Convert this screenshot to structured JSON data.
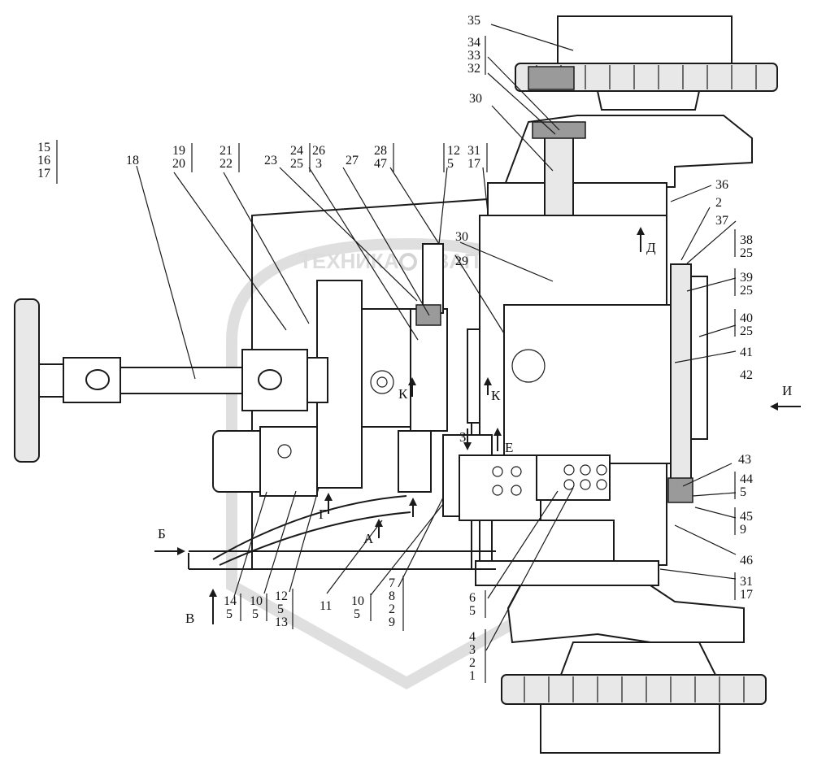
{
  "watermark": {
    "left_text": "ТЕХНИКА",
    "right_text": "ЗАПЧАСТИ"
  },
  "view_labels": {
    "b": "Б",
    "v": "В",
    "d": "Д",
    "e": "Е",
    "i": "И",
    "k1": "К",
    "k2": "К",
    "g": "Г",
    "a": "А",
    "z": "З"
  },
  "callouts": {
    "c35": "35",
    "c34": "34",
    "c33": "33",
    "c32": "32",
    "c30a": "30",
    "c30b": "30",
    "c29": "29",
    "c15": "15",
    "c16": "16",
    "c17a": "17",
    "c18": "18",
    "c19": "19",
    "c20": "20",
    "c21": "21",
    "c22": "22",
    "c23": "23",
    "c24": "24",
    "c25a": "25",
    "c26": "26",
    "c3a": "3",
    "c27": "27",
    "c28": "28",
    "c47": "47",
    "c12a": "12",
    "c5a": "5",
    "c31a": "31",
    "c17b": "17",
    "c36": "36",
    "c2a": "2",
    "c37": "37",
    "c38": "38",
    "c25b": "25",
    "c39": "39",
    "c25c": "25",
    "c40": "40",
    "c25d": "25",
    "c41": "41",
    "c42": "42",
    "c43": "43",
    "c44": "44",
    "c5b": "5",
    "c45": "45",
    "c9a": "9",
    "c46": "46",
    "c31b": "31",
    "c17c": "17",
    "c14": "14",
    "c5c": "5",
    "c10a": "10",
    "c5d": "5",
    "c12b": "12",
    "c5e": "5",
    "c13": "13",
    "c11": "11",
    "c10b": "10",
    "c5f": "5",
    "c7": "7",
    "c8": "8",
    "c2b": "2",
    "c9b": "9",
    "c6": "6",
    "c5g": "5",
    "c4": "4",
    "c3b": "3",
    "c2c": "2",
    "c1": "1"
  }
}
